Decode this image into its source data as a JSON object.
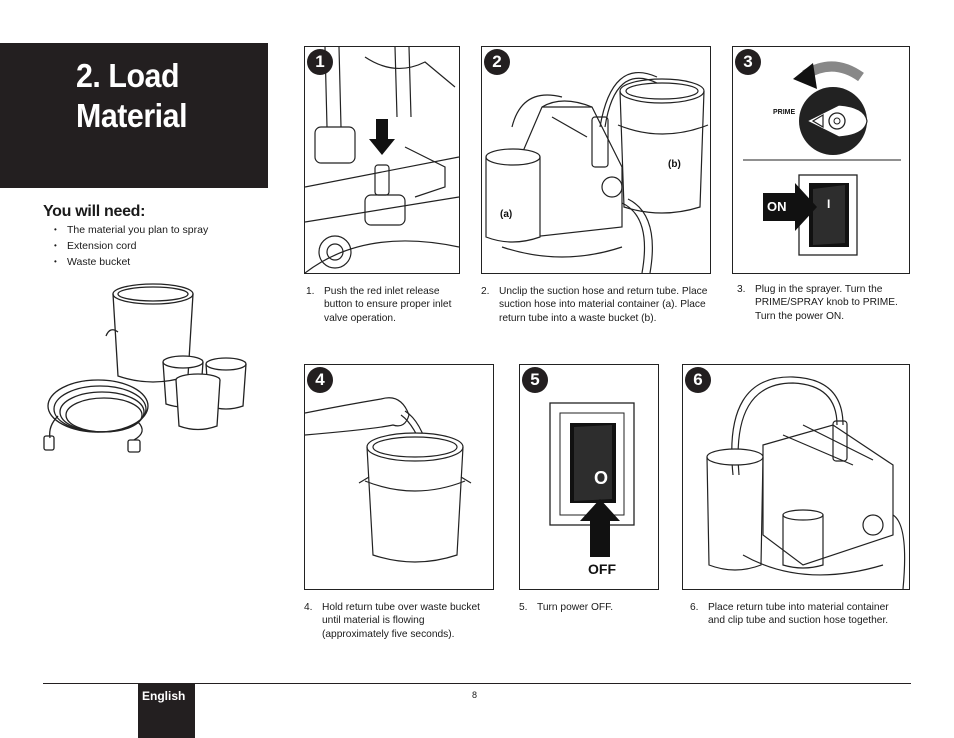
{
  "section": {
    "title": "2. Load Material"
  },
  "you_will_need": {
    "heading": "You will need:",
    "items": [
      "The material you plan to spray",
      "Extension cord",
      "Waste bucket"
    ]
  },
  "steps": [
    {
      "badge": "1",
      "number": "1.",
      "text": "Push the red inlet release button to ensure proper inlet valve operation."
    },
    {
      "badge": "2",
      "number": "2.",
      "text": "Unclip the suction hose and return tube. Place suction hose into material container (a). Place return tube into a waste bucket (b).",
      "label_a": "(a)",
      "label_b": "(b)"
    },
    {
      "badge": "3",
      "number": "3.",
      "text": "Plug in the sprayer. Turn the PRIME/SPRAY knob to PRIME. Turn the power ON.",
      "knob_label": "PRIME",
      "switch_label": "ON",
      "switch_glyph": "I"
    },
    {
      "badge": "4",
      "number": "4.",
      "text": "Hold return tube over waste bucket until material is flowing (approximately five seconds)."
    },
    {
      "badge": "5",
      "number": "5.",
      "text": "Turn power OFF.",
      "switch_label": "OFF",
      "switch_glyph": "O"
    },
    {
      "badge": "6",
      "number": "6.",
      "text": "Place return tube into material container and clip tube and suction hose together."
    }
  ],
  "footer": {
    "language": "English",
    "page": "8"
  },
  "colors": {
    "dark": "#231f20",
    "line": "#222222"
  }
}
